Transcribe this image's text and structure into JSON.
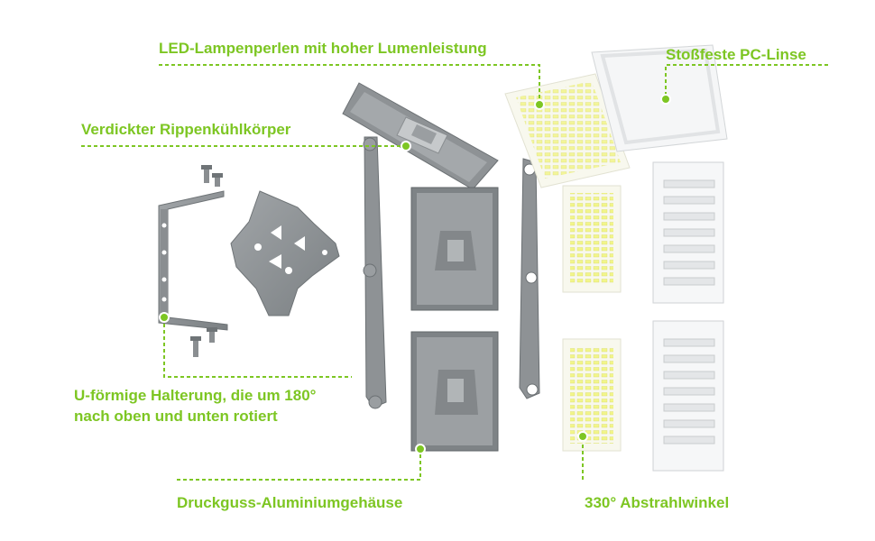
{
  "theme": {
    "accent": "#7dc623",
    "metal": "#8f9396",
    "metal_dark": "#6f7477",
    "led": "#f2f58a"
  },
  "labels": {
    "led_beads": "LED-Lampenperlen mit hoher Lumenleistung",
    "pc_lens": "Stoßfeste PC-Linse",
    "heatsink": "Verdickter Rippenkühlkörper",
    "bracket_line1": "U-förmige Halterung, die um 180°",
    "bracket_line2": "nach oben und unten rotiert",
    "housing": "Druckguss-Aluminiumgehäuse",
    "beam_angle": "330° Abstrahlwinkel"
  },
  "icons": [
    "screw-icon",
    "bolt-icon"
  ]
}
